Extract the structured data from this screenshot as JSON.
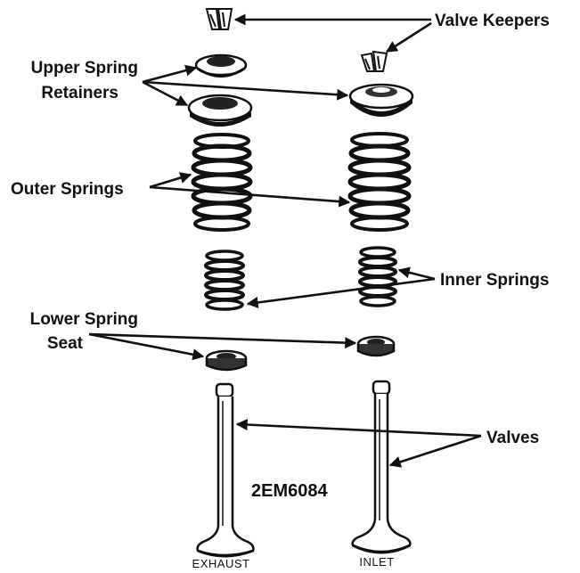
{
  "labels": {
    "valve_keepers": "Valve Keepers",
    "upper_retainers_line1": "Upper Spring",
    "upper_retainers_line2": "Retainers",
    "outer_springs": "Outer Springs",
    "inner_springs": "Inner Springs",
    "lower_seat_line1": "Lower Spring",
    "lower_seat_line2": "Seat",
    "valves": "Valves",
    "figure_code": "2EM6084",
    "exhaust": "EXHAUST",
    "inlet": "INLET"
  },
  "colors": {
    "ink": "#111111",
    "background": "#ffffff"
  }
}
